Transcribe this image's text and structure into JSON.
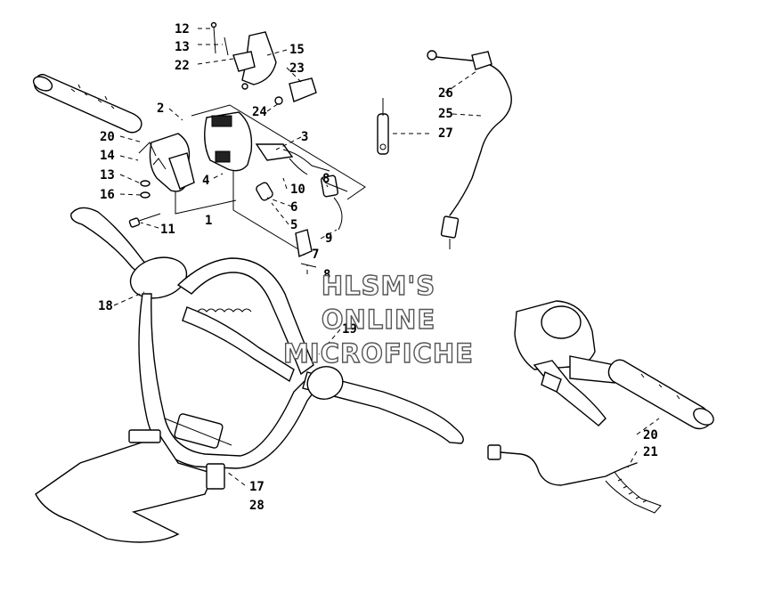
{
  "diagram": {
    "callouts": {
      "c1": "1",
      "c2": "2",
      "c3": "3",
      "c4": "4",
      "c5": "5",
      "c6": "6",
      "c7": "7",
      "c8a": "8",
      "c8b": "8",
      "c9": "9",
      "c10": "10",
      "c11": "11",
      "c12": "12",
      "c13a": "13",
      "c13b": "13",
      "c14": "14",
      "c15": "15",
      "c16": "16",
      "c17": "17",
      "c18": "18",
      "c19": "19",
      "c20a": "20",
      "c20b": "20",
      "c21": "21",
      "c22": "22",
      "c23": "23",
      "c24": "24",
      "c25": "25",
      "c26": "26",
      "c27": "27",
      "c28": "28"
    },
    "watermark": {
      "line1": "HLSM'S",
      "line2": "ONLINE",
      "line3": "MICROFICHE"
    }
  }
}
